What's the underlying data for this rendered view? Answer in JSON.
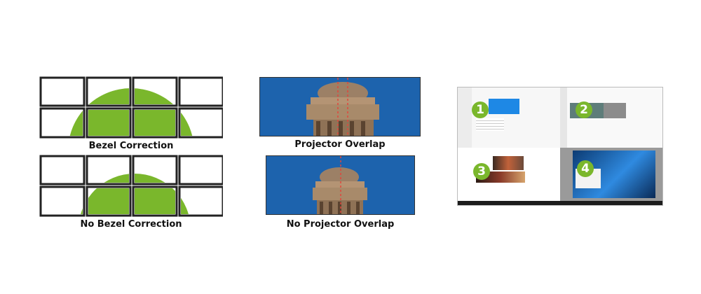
{
  "bezel": {
    "top_caption": "Bezel Correction",
    "bottom_caption": "No Bezel Correction",
    "accent_color": "#7ab72c"
  },
  "projector": {
    "top_caption": "Projector Overlap",
    "bottom_caption": "No Projector Overlap",
    "sky_color": "#1d63ad",
    "stone_color": "#a88a6a"
  },
  "desktops": {
    "badges": [
      "1",
      "2",
      "3",
      "4"
    ],
    "badge_color": "#7ab72c"
  }
}
